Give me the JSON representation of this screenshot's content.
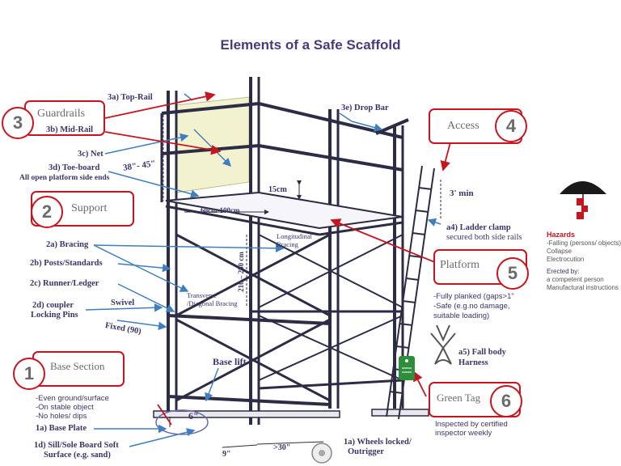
{
  "title": "Elements of a Safe Scaffold",
  "categories": {
    "guardrails": {
      "num": "3",
      "label": "Guardrails"
    },
    "support": {
      "num": "2",
      "label": "Support"
    },
    "base": {
      "num": "1",
      "label": "Base Section"
    },
    "access": {
      "num": "4",
      "label": "Access"
    },
    "platform": {
      "num": "5",
      "label": "Platform"
    },
    "greentag": {
      "num": "6",
      "label": "Green Tag"
    }
  },
  "labels": {
    "top_rail": "3a) Top-Rail",
    "mid_rail": "3b) Mid-Rail",
    "net": "3c) Net",
    "toe_board_1": "3d) Toe-board",
    "toe_board_2": "All open platform side ends",
    "drop_bar": "3e) Drop Bar",
    "bracing": "2a) Bracing",
    "posts": "2b) Posts/Standards",
    "runner": "2c) Runner/Ledger",
    "coupler_1": "2d) coupler",
    "coupler_2": "Locking Pins",
    "swivel": "Swivel",
    "fixed": "Fixed (90)",
    "longitudinal_1": "Longitudinal",
    "longitudinal_2": "Bracing",
    "transverse_1": "Transverse",
    "transverse_2": "/Diagonal Bracing",
    "base_lift": "Base lift",
    "base_plate": "1a) Base Plate",
    "sill_1": "1d) Sill/Sole Board Soft",
    "sill_2": "Surface (e.g. sand)",
    "wheels_1": "1a) Wheels locked/",
    "wheels_2": "Outrigger",
    "ladder_clamp_1": "a4) Ladder clamp",
    "ladder_clamp_2": "secured both side rails",
    "harness_1": "a5) Fall body",
    "harness_2": "Harness",
    "dim_angle": "38\"- 45\"",
    "dim_15cm": "15cm",
    "dim_width": "60cm-100cm",
    "dim_height": "210 – 250 cm",
    "dim_3min": "3' min",
    "dim_6in": "6\"",
    "dim_9in": "9\"",
    "dim_30in": ">30\""
  },
  "notes": {
    "base": [
      "-Even ground/surface",
      "-On stable object",
      "-No holes/ dips"
    ],
    "platform": [
      "-Fully planked (gaps>1\"",
      "-Safe (e.g.no damage,",
      "suitable loading)"
    ],
    "greentag": [
      "Inspected by certified",
      "inspector  weekly"
    ]
  },
  "hazards": {
    "title": "Hazards",
    "items": [
      "-Falling (persons/ objects)",
      "Collapse",
      "Electrocution"
    ],
    "erected_title": "Erected by:",
    "erected_items": [
      "a competent person",
      "Manufactural instructions"
    ]
  },
  "colors": {
    "title": "#4b3a7a",
    "arrow": "#3f7fbf",
    "red": "#c8141e",
    "frame": "#2c2c44",
    "net": "#f2f2cf",
    "tag": "#2d8f3c"
  },
  "icons": [
    "umbrella-icon",
    "harness-icon",
    "wheel-icon",
    "green-tag-icon"
  ]
}
